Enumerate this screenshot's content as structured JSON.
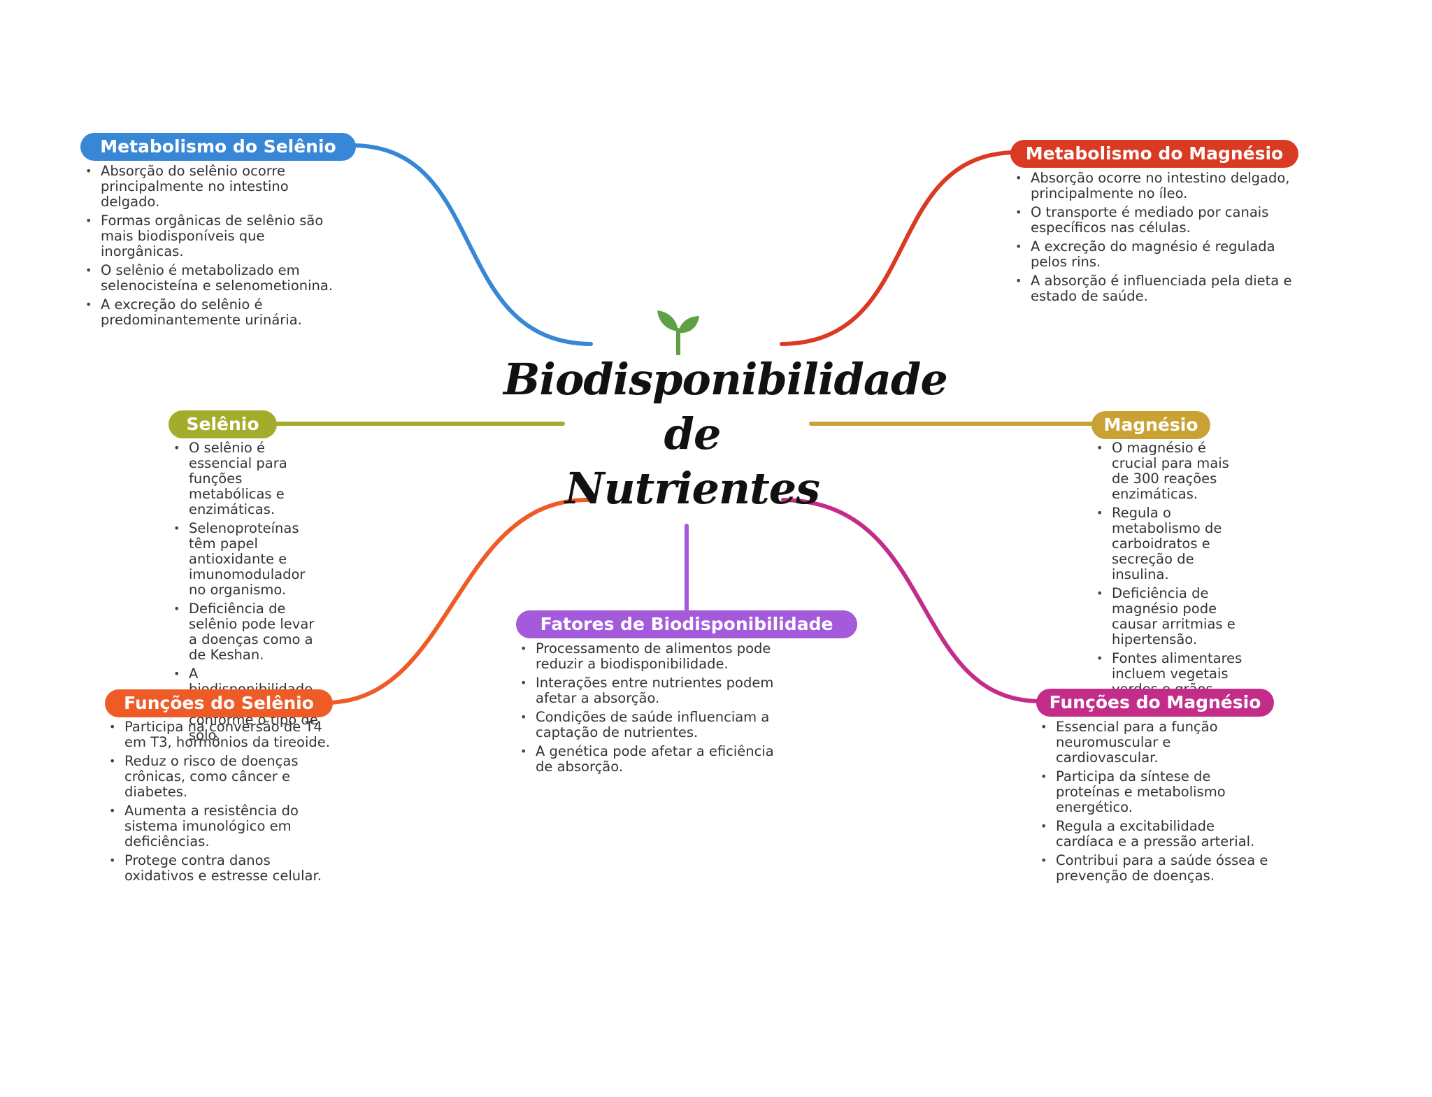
{
  "central": {
    "title_lines": [
      "Biodisponibilidade",
      "de",
      "Nutrientes"
    ],
    "icon": "sprout-icon"
  },
  "colors": {
    "metabolismo_selenio": "#3787D6",
    "metabolismo_magnesio": "#DA3A22",
    "selenio": "#A4AC2C",
    "magnesio": "#C9A233",
    "funcoes_selenio": "#EE5B26",
    "fatores": "#A35BDB",
    "funcoes_magnesio": "#C42C8A",
    "sprout": "#5EA043"
  },
  "nodes": {
    "metabolismo_selenio": {
      "title": "Metabolismo do Selênio",
      "bullets": [
        "Absorção do selênio ocorre principalmente no intestino delgado.",
        "Formas orgânicas de selênio são mais biodisponíveis que inorgânicas.",
        "O selênio é metabolizado em selenocisteína e selenometionina.",
        "A excreção do selênio é predominantemente urinária."
      ]
    },
    "metabolismo_magnesio": {
      "title": "Metabolismo do Magnésio",
      "bullets": [
        "Absorção ocorre no intestino delgado, principalmente no íleo.",
        "O transporte é mediado por canais específicos nas células.",
        "A excreção do magnésio é regulada pelos rins.",
        "A absorção é influenciada pela dieta e estado de saúde."
      ]
    },
    "selenio": {
      "title": "Selênio",
      "bullets": [
        "O selênio é essencial para funções metabólicas e enzimáticas.",
        "Selenoproteínas têm papel antioxidante e imunomodulador no organismo.",
        "Deficiência de selênio pode levar a doenças como a de Keshan.",
        "A biodisponibilidade do selênio varia conforme o tipo de solo."
      ]
    },
    "magnesio": {
      "title": "Magnésio",
      "bullets": [
        "O magnésio é crucial para mais de 300 reações enzimáticas.",
        "Regula o metabolismo de carboidratos e secreção de insulina.",
        "Deficiência de magnésio pode causar arritmias e hipertensão.",
        "Fontes alimentares incluem vegetais verdes e grãos integrais."
      ]
    },
    "funcoes_selenio": {
      "title": "Funções do Selênio",
      "bullets": [
        "Participa na conversão de T4 em T3, hormônios da tireoide.",
        "Reduz o risco de doenças crônicas, como câncer e diabetes.",
        "Aumenta a resistência do sistema imunológico em deficiências.",
        "Protege contra danos oxidativos e estresse celular."
      ]
    },
    "fatores": {
      "title": "Fatores de Biodisponibilidade",
      "bullets": [
        "Processamento de alimentos pode reduzir a biodisponibilidade.",
        "Interações entre nutrientes podem afetar a absorção.",
        "Condições de saúde influenciam a captação de nutrientes.",
        "A genética pode afetar a eficiência de absorção."
      ]
    },
    "funcoes_magnesio": {
      "title": "Funções do Magnésio",
      "bullets": [
        "Essencial para a função neuromuscular e cardiovascular.",
        "Participa da síntese de proteínas e metabolismo energético.",
        "Regula a excitabilidade cardíaca e a pressão arterial.",
        "Contribui para a saúde óssea e prevenção de doenças."
      ]
    }
  }
}
